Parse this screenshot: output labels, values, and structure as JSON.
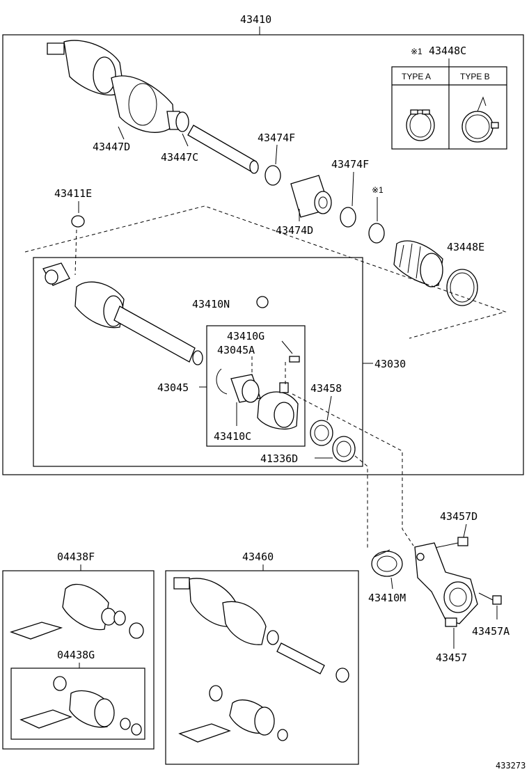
{
  "labels": {
    "p43410": "43410",
    "p43448C_prefix": "※1",
    "p43448C": "43448C",
    "type_a": "TYPE A",
    "type_b": "TYPE B",
    "p43447D": "43447D",
    "p43447C": "43447C",
    "p43474F_1": "43474F",
    "p43474F_2": "43474F",
    "note1": "※1",
    "p43474D": "43474D",
    "p43411E": "43411E",
    "p43448E": "43448E",
    "p43410N": "43410N",
    "p43410G": "43410G",
    "p43045A": "43045A",
    "p43030": "43030",
    "p43045": "43045",
    "p43458": "43458",
    "p43410C": "43410C",
    "p41336D": "41336D",
    "p43457D": "43457D",
    "p04438F": "04438F",
    "p43460": "43460",
    "p43410M": "43410M",
    "p43457A": "43457A",
    "p04438G": "04438G",
    "p43457": "43457",
    "ref_number": "433273"
  }
}
